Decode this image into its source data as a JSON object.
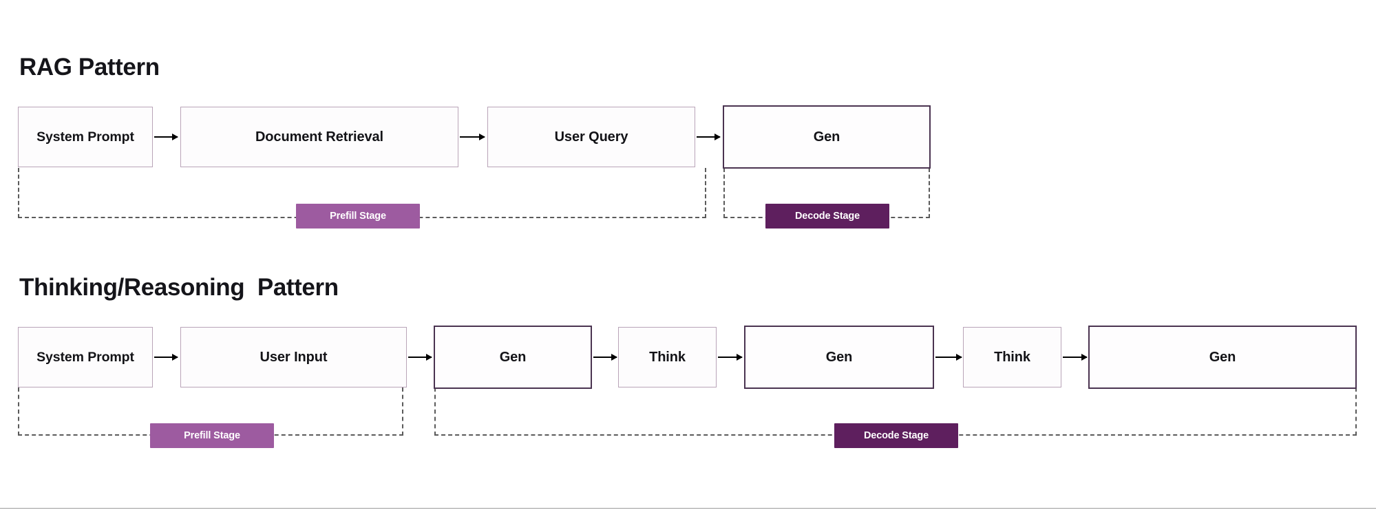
{
  "page": {
    "background_color": "#ffffff",
    "bottom_rule_color": "#9a9a9a"
  },
  "palette": {
    "box_border": "#b9a4b8",
    "box_border_dark": "#4a3350",
    "box_fill": "#fdfcfd",
    "arrow": "#000000",
    "bracket_dash": "#5a5a5a",
    "prefill_badge": "#9d5ba0",
    "decode_badge": "#5e1f5e",
    "badge_text": "#ffffff",
    "title_text": "#15151a"
  },
  "sections": [
    {
      "id": "rag",
      "title": "RAG Pattern",
      "boxes": [
        {
          "label": "System Prompt",
          "emphasis": "normal"
        },
        {
          "label": "Document Retrieval",
          "emphasis": "normal"
        },
        {
          "label": "User Query",
          "emphasis": "normal"
        },
        {
          "label": "Gen",
          "emphasis": "dark"
        }
      ],
      "arrows": 3,
      "brackets": [
        {
          "stage": "Prefill Stage",
          "covers": [
            "System Prompt",
            "Document Retrieval",
            "User Query"
          ]
        },
        {
          "stage": "Decode Stage",
          "covers": [
            "Gen"
          ]
        }
      ]
    },
    {
      "id": "thinking",
      "title": "Thinking/Reasoning  Pattern",
      "boxes": [
        {
          "label": "System Prompt",
          "emphasis": "normal"
        },
        {
          "label": "User Input",
          "emphasis": "normal"
        },
        {
          "label": "Gen",
          "emphasis": "dark"
        },
        {
          "label": "Think",
          "emphasis": "normal"
        },
        {
          "label": "Gen",
          "emphasis": "dark"
        },
        {
          "label": "Think",
          "emphasis": "normal"
        },
        {
          "label": "Gen",
          "emphasis": "dark"
        }
      ],
      "arrows": 6,
      "brackets": [
        {
          "stage": "Prefill Stage",
          "covers": [
            "System Prompt",
            "User Input"
          ]
        },
        {
          "stage": "Decode Stage",
          "covers": [
            "Gen",
            "Think",
            "Gen",
            "Think",
            "Gen"
          ]
        }
      ]
    }
  ],
  "labels": {
    "rag_title": "RAG Pattern",
    "thinking_title": "Thinking/Reasoning  Pattern",
    "system_prompt": "System Prompt",
    "document_retrieval": "Document Retrieval",
    "user_query": "User Query",
    "user_input": "User Input",
    "gen": "Gen",
    "think": "Think",
    "prefill_stage": "Prefill Stage",
    "decode_stage": "Decode Stage"
  }
}
